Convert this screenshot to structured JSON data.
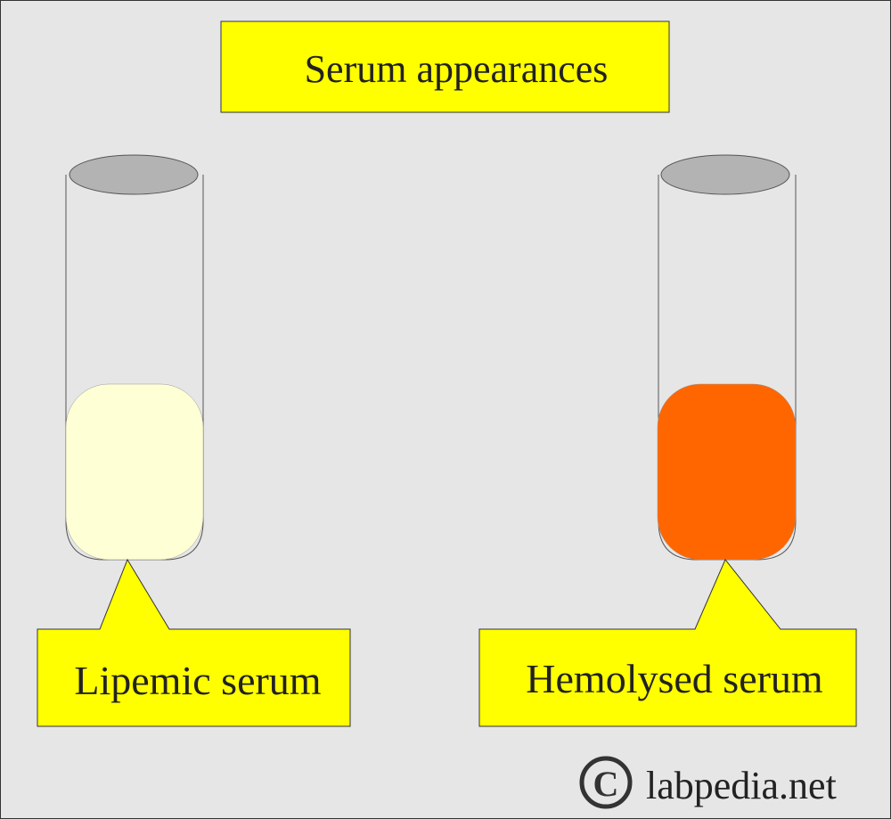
{
  "title": "Serum appearances",
  "tubes": [
    {
      "id": "lipemic",
      "label": "Lipemic serum",
      "fill_color": "#ffffd6"
    },
    {
      "id": "hemolysed",
      "label": "Hemolysed serum",
      "fill_color": "#ff6600"
    }
  ],
  "watermark": {
    "symbol": "©",
    "text": "labpedia.net"
  },
  "colors": {
    "background": "#e6e6e6",
    "callout": "#ffff00",
    "tube_cap": "#b3b3b3"
  }
}
